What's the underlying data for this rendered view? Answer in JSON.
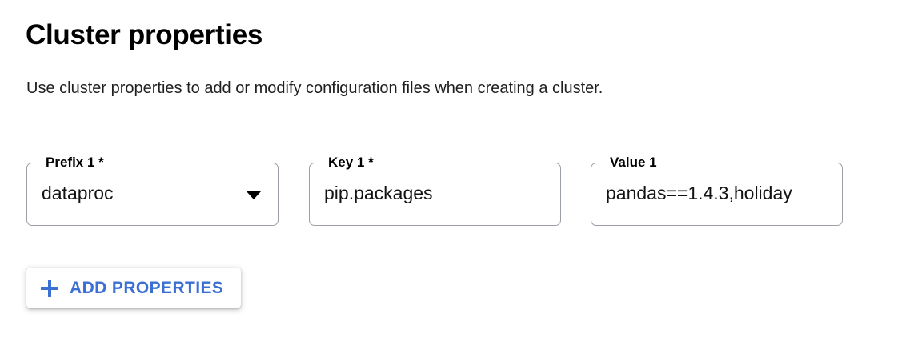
{
  "page": {
    "title": "Cluster properties",
    "description": "Use cluster properties to add or modify configuration files when creating a cluster."
  },
  "theme": {
    "accent_blue": "#3b6fd4",
    "border_gray": "#9aa0a6",
    "text_primary": "#000000",
    "text_secondary": "#1f1f1f",
    "background": "#ffffff"
  },
  "fields": [
    {
      "name": "prefix",
      "label": "Prefix 1 *",
      "value": "dataproc",
      "control": "select",
      "required": true,
      "icon": "triangle-down-icon"
    },
    {
      "name": "key",
      "label": "Key 1 *",
      "value": "pip.packages",
      "control": "text",
      "required": true
    },
    {
      "name": "value",
      "label": "Value 1",
      "value": "pandas==1.4.3,holiday",
      "control": "text",
      "required": false
    }
  ],
  "actions": {
    "add_properties": {
      "label": "ADD PROPERTIES",
      "icon": "plus-icon"
    }
  }
}
